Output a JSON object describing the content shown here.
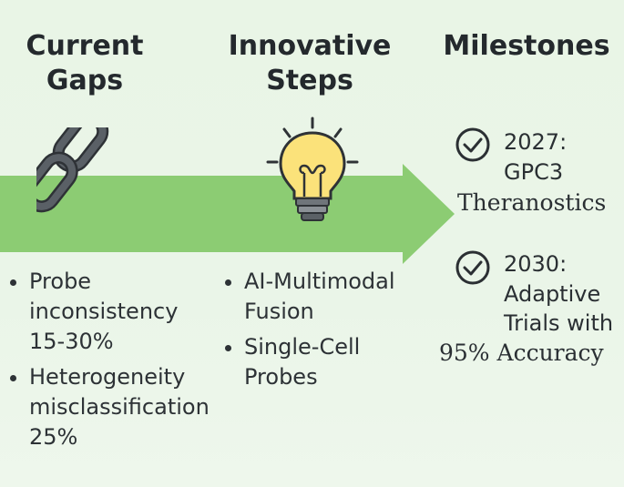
{
  "columns": [
    {
      "title_line1": "Current",
      "title_line2": "Gaps",
      "icon": "chain-link-icon",
      "bullets": [
        {
          "lines": [
            "Probe",
            "inconsistency",
            "15-30%"
          ]
        },
        {
          "lines": [
            "Heterogeneity",
            "misclassification",
            "25%"
          ]
        }
      ]
    },
    {
      "title_line1": "Innovative",
      "title_line2": "Steps",
      "icon": "lightbulb-icon",
      "bullets": [
        {
          "lines": [
            "AI-Multimodal",
            "Fusion"
          ]
        },
        {
          "lines": [
            "Single-Cell",
            "Probes"
          ]
        }
      ]
    },
    {
      "title_line1": "Milestones",
      "milestones": [
        {
          "line1": "2027:",
          "line2": "GPC3",
          "line3": "Theranostics",
          "icon": "checkmark-circle-icon"
        },
        {
          "line1": "2030:",
          "line2": "Adaptive",
          "line3": "Trials with",
          "line4": "95% Accuracy",
          "icon": "checkmark-circle-icon"
        }
      ]
    }
  ],
  "colors": {
    "arrow": "#8ccc73",
    "chain": "#555b60",
    "bulb_yellow": "#fbe27a",
    "text": "#2b2f33"
  }
}
